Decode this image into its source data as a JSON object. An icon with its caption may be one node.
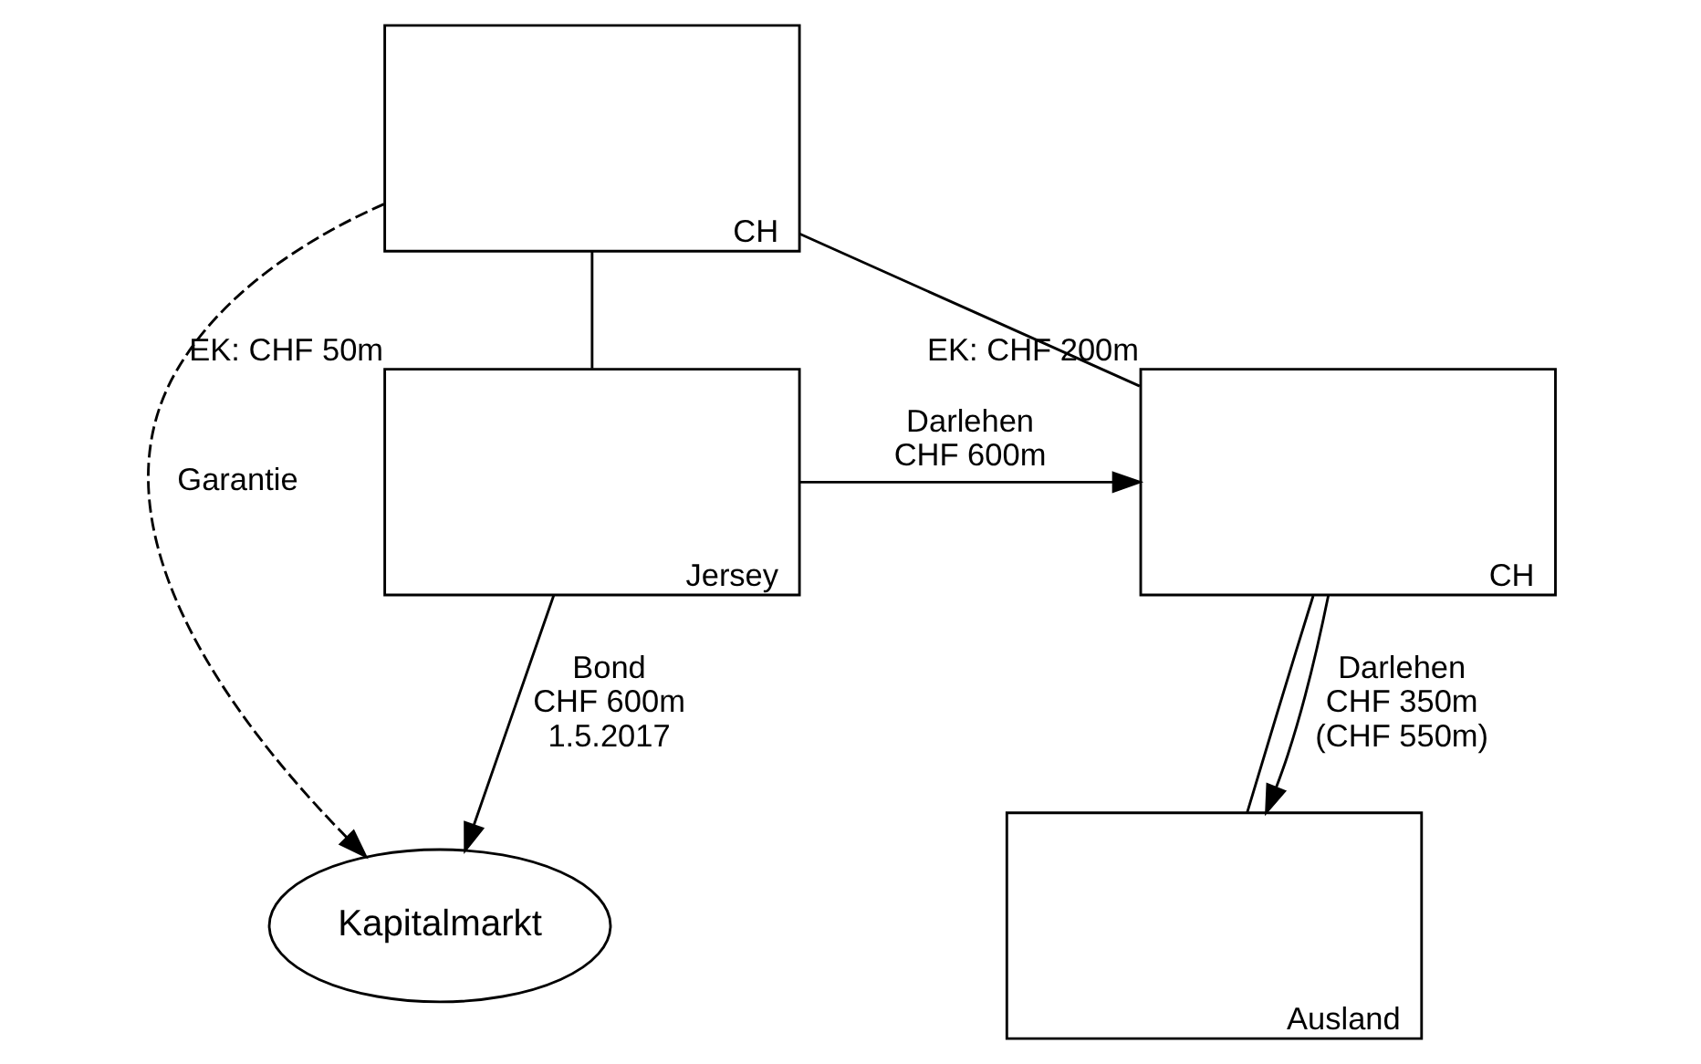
{
  "diagram": {
    "nodes": [
      {
        "text": [
          "Kapitalmarkt"
        ]
      },
      {
        "text": [
          "CH"
        ]
      },
      {
        "text": [
          "Jersey"
        ],
        "beside": [
          "EK: CHF 50m"
        ]
      },
      {
        "text": [
          "CH"
        ],
        "beside": [
          "EK: CHF 200m"
        ]
      },
      {
        "text": [
          "Ausland"
        ]
      }
    ],
    "edges": [
      {
        "from": 2,
        "to": 0,
        "arrow": "to",
        "label": "Bond CHF 600m 1.5.2017"
      },
      {
        "from": 1,
        "to": 0,
        "arrow": "to",
        "label": "Garantie",
        "style": "dashed"
      },
      {
        "from": 1,
        "to": 2,
        "arrow": "none"
      },
      {
        "from": 1,
        "to": 3,
        "arrow": "none"
      },
      {
        "from": 2,
        "to": 3,
        "arrow": "to",
        "label": "Darlehen CHF 600m"
      },
      {
        "from": 3,
        "to": 4,
        "arrow": "none"
      },
      {
        "from": 3,
        "to": 4,
        "arrow": "to",
        "label": "Darlehen CHF 350m (CHF 550m)"
      }
    ]
  }
}
